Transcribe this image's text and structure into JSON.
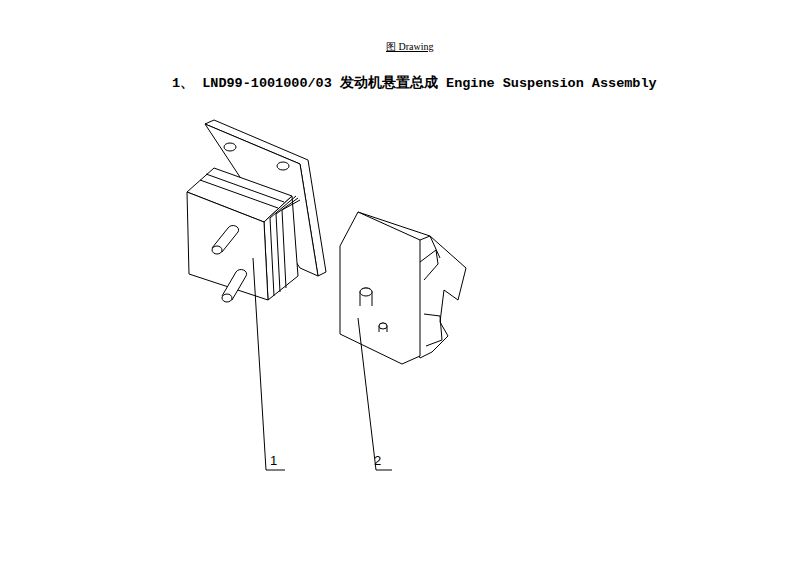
{
  "diagram": {
    "title": "1、 LND99-1001000/03 发动机悬置总成 Engine Suspension Assembly",
    "labels": [
      "图 Drawing",
      "1",
      "2"
    ]
  }
}
